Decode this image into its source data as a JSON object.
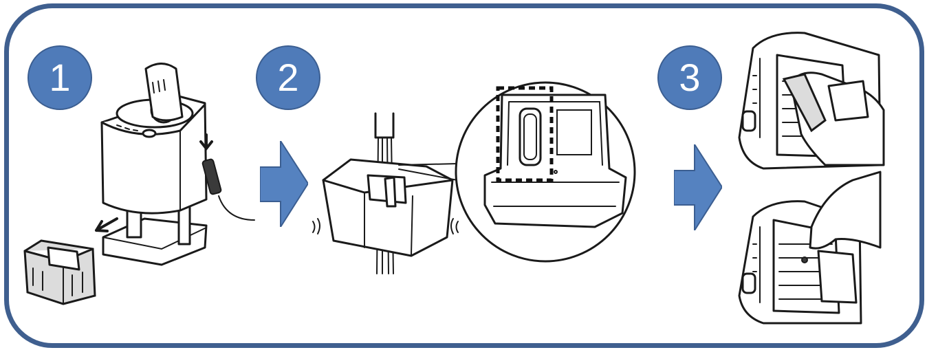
{
  "steps": [
    {
      "number": "1",
      "description": "remove-container"
    },
    {
      "number": "2",
      "description": "rinse-container"
    },
    {
      "number": "3",
      "description": "wipe-lid"
    }
  ],
  "colors": {
    "frame": "#3f5f8f",
    "badge_fill": "#4f7bb9",
    "arrow_fill": "#5582c0",
    "badge_text": "#ffffff"
  },
  "icons": {
    "next_arrow": "arrow-right-icon",
    "highlight_box": "dashed-highlight-box"
  }
}
